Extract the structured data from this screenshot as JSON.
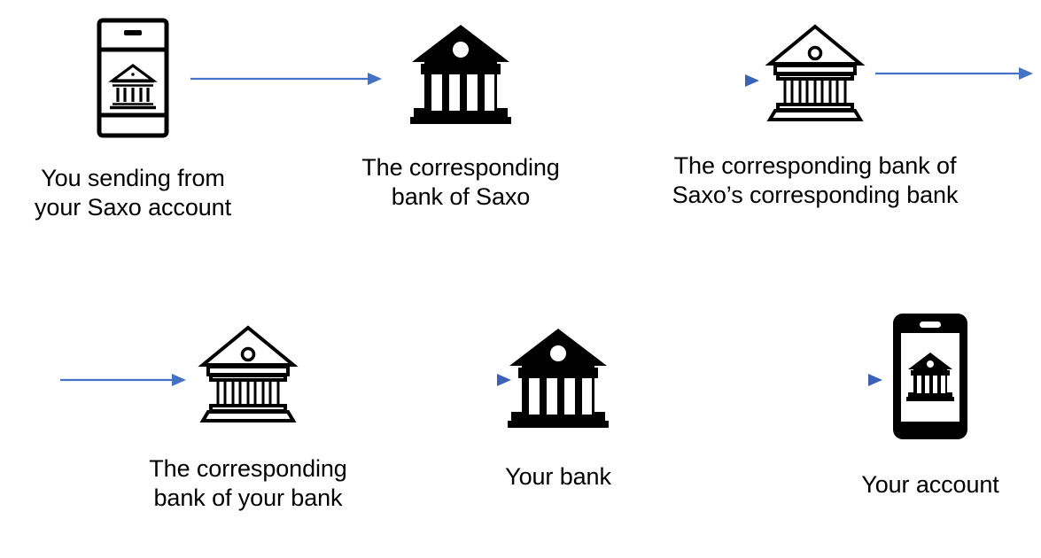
{
  "diagram": {
    "title": "International bank transfer correspondent chain",
    "background_color": "#ffffff",
    "arrow_color": "#4472c4",
    "icon_color": "#000000",
    "nodes": [
      {
        "id": "node-1",
        "icon": "smartphone-outline-with-bank-icon",
        "label": "You sending from\nyour Saxo account",
        "row": 1,
        "order": 1
      },
      {
        "id": "node-2",
        "icon": "bank-solid-icon",
        "label": "The corresponding\nbank of Saxo",
        "row": 1,
        "order": 2
      },
      {
        "id": "node-3",
        "icon": "bank-outline-icon",
        "label": "The corresponding bank of\nSaxo’s corresponding bank",
        "row": 1,
        "order": 3
      },
      {
        "id": "node-4",
        "icon": "bank-outline-icon",
        "label": "The corresponding\nbank of your bank",
        "row": 2,
        "order": 1
      },
      {
        "id": "node-5",
        "icon": "bank-solid-icon",
        "label": "Your bank",
        "row": 2,
        "order": 2
      },
      {
        "id": "node-6",
        "icon": "smartphone-solid-with-bank-icon",
        "label": "Your account",
        "row": 2,
        "order": 3
      }
    ],
    "arrows": [
      {
        "id": "arrow-1",
        "name": "arrow-phone-to-saxo-corresponding-bank",
        "length": 215,
        "style": "solid",
        "direction": "right"
      },
      {
        "id": "arrow-2",
        "name": "arrow-saxo-corresponding-bank-to-next-bank",
        "length": 282,
        "style": "gradient",
        "direction": "right"
      },
      {
        "id": "arrow-3",
        "name": "arrow-continues-to-next-row",
        "length": 175,
        "style": "solid",
        "direction": "right"
      },
      {
        "id": "arrow-4",
        "name": "arrow-from-previous-row",
        "length": 140,
        "style": "solid",
        "direction": "right"
      },
      {
        "id": "arrow-5",
        "name": "arrow-corresponding-bank-to-your-bank",
        "length": 228,
        "style": "gradient",
        "direction": "right"
      },
      {
        "id": "arrow-6",
        "name": "arrow-your-bank-to-your-account",
        "length": 292,
        "style": "gradient",
        "direction": "right"
      }
    ]
  }
}
